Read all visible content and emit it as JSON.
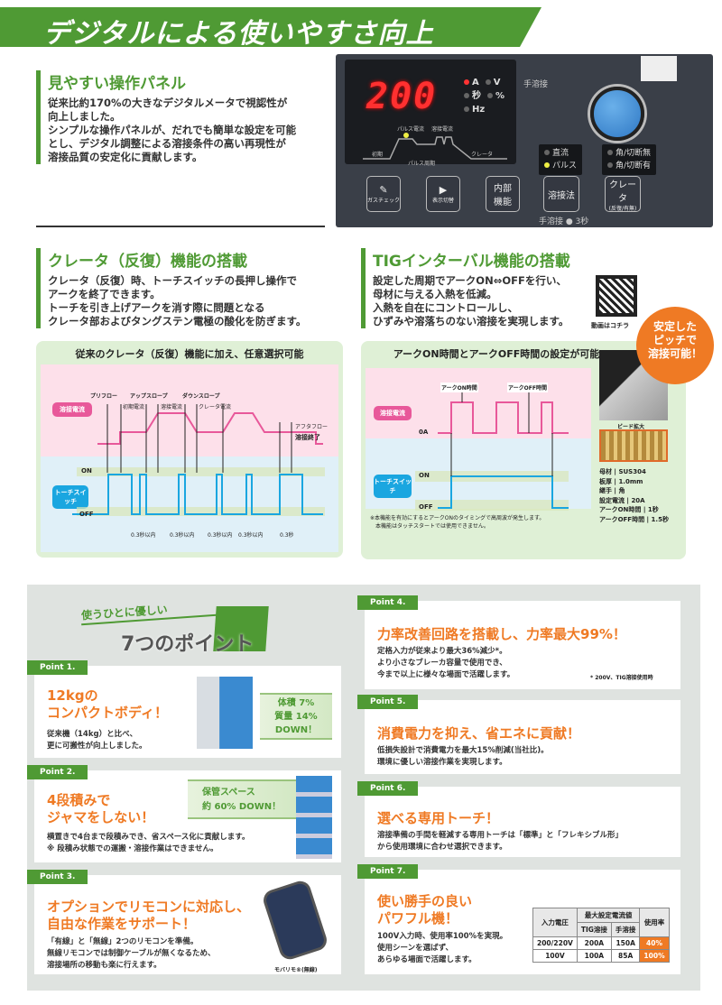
{
  "banner": {
    "title": "デジタルによる使いやすさ向上"
  },
  "panel_section": {
    "title": "見やすい操作パネル",
    "lines": [
      "従来比約170%の大きなデジタルメータで視認性が",
      "向上しました。",
      "シンプルな操作パネルが、だれでも簡単な設定を可能",
      "とし、デジタル調整による溶接条件の高い再現性が",
      "溶接品質の安定化に貢献します。"
    ]
  },
  "control_panel": {
    "display": "200",
    "units": [
      "A",
      "V",
      "秒",
      "%",
      "Hz"
    ],
    "mode_label": "手溶接",
    "graph_labels": [
      "パルス電流",
      "溶接電流",
      "初期",
      "パルス周期",
      "クレータ"
    ],
    "lamps1": [
      "直流",
      "パルス"
    ],
    "lamps2": [
      "角/切断無",
      "角/切断有"
    ],
    "buttons": [
      {
        "label": "ガスチェック"
      },
      {
        "label": "表示切替"
      },
      {
        "label": "内部\n機能"
      },
      {
        "label": "溶接法"
      },
      {
        "label": "クレータ",
        "sub": "(反復/有無)"
      }
    ],
    "footer": "手溶接 ● 3秒"
  },
  "crater_section": {
    "title": "クレータ（反復）機能の搭載",
    "lines": [
      "クレータ（反復）時、トーチスイッチの長押し操作で",
      "アークを終了できます。",
      "トーチを引き上げアークを消す際に問題となる",
      "クレータ部およびタングステン電極の酸化を防ぎます。"
    ]
  },
  "tig_section": {
    "title": "TIGインターバル機能の搭載",
    "lines": [
      "設定した周期でアークON⇔OFFを行い、",
      "母材に与える入熱を低減。",
      "入熱を自在にコントロールし、",
      "ひずみや溶落ちのない溶接を実現します。"
    ],
    "qr_caption": "動画はコチラ"
  },
  "badge": {
    "lines": [
      "安定した",
      "ピッチで",
      "溶接可能！"
    ]
  },
  "crater_diagram": {
    "title": "従来のクレータ（反復）機能に加え、任意選択可能",
    "current_tag": "溶接電流",
    "switch_tag": "トーチスイッチ",
    "labels": {
      "preflow": "プリフロー",
      "upslope": "アップスロープ",
      "downslope": "ダウンスロープ",
      "initial": "初期電流",
      "weld": "溶接電流",
      "crater": "クレータ電流",
      "afterflow": "アフタフロー",
      "end": "溶接終了",
      "on": "ON",
      "off": "OFF",
      "t1": "0.3秒以内",
      "t2": "0.3秒以内",
      "t3": "0.3秒以内",
      "t4": "0.3秒以内",
      "t5": "0.3秒"
    }
  },
  "tig_diagram": {
    "title": "アークON時間とアークOFF時間の設定が可能",
    "current_tag": "溶接電流",
    "switch_tag": "トーチスイッチ",
    "zero": "0A",
    "on": "ON",
    "off": "OFF",
    "on_time": "アークON時間",
    "off_time": "アークOFF時間",
    "notes": [
      "※本機能を有効にするとアークONのタイミングで高周波が発生します。",
      "本機能はタッチスタートでは使用できません。"
    ],
    "photo_caption": "ビード拡大",
    "specs": [
      [
        "母材",
        "SUS304"
      ],
      [
        "板厚",
        "1.0mm"
      ],
      [
        "継手",
        "角"
      ],
      [
        "設定電流",
        "20A"
      ],
      [
        "アークON時間",
        "1秒"
      ],
      [
        "アークOFF時間",
        "1.5秒"
      ]
    ]
  },
  "points_header": {
    "sub": "使うひとに優しい",
    "main": "7つのポイント"
  },
  "points": [
    {
      "tag": "Point 1.",
      "title": [
        "12kgの",
        "コンパクトボディ！"
      ],
      "text": [
        "従来機（14kg）と比べ、",
        "更に可搬性が向上しました。"
      ],
      "box": [
        "体積 7%",
        "質量 14%",
        "DOWN！"
      ]
    },
    {
      "tag": "Point 2.",
      "title": [
        "4段積みで",
        "ジャマをしない！"
      ],
      "text": [
        "横置きで4台まで段積みでき、省スペース化に貢献します。",
        "※ 段積み状態での運搬・溶接作業はできません。"
      ],
      "box": [
        "保管スペース",
        "約 60% DOWN！"
      ]
    },
    {
      "tag": "Point 3.",
      "title": [
        "オプションでリモコンに対応し、",
        "自由な作業をサポート！"
      ],
      "text": [
        "「有線」と「無線」2つのリモコンを準備。",
        "無線リモコンでは制御ケーブルが無くなるため、",
        "溶接場所の移動も楽に行えます。"
      ],
      "caption": "モバリモ®(無線)"
    },
    {
      "tag": "Point 4.",
      "title": [
        "力率改善回路を搭載し、力率最大99%！"
      ],
      "text": [
        "定格入力が従来より最大36%減少*。",
        "より小さなブレーカ容量で使用でき、",
        "今まで以上に様々な場面で活躍します。"
      ],
      "note": "* 200V、TIG溶接使用時"
    },
    {
      "tag": "Point 5.",
      "title": [
        "消費電力を抑え、省エネに貢献！"
      ],
      "text": [
        "低損失設計で消費電力を最大15%削減(当社比)。",
        "環境に優しい溶接作業を実現します。"
      ]
    },
    {
      "tag": "Point 6.",
      "title": [
        "選べる専用トーチ！"
      ],
      "text": [
        "溶接準備の手間を軽減する専用トーチは「標準」と「フレキシブル形」",
        "から使用環境に合わせ選択できます。"
      ]
    },
    {
      "tag": "Point 7.",
      "title": [
        "使い勝手の良い",
        "パワフル機！"
      ],
      "text": [
        "100V入力時、使用率100%を実現。",
        "使用シーンを選ばず、",
        "あらゆる場面で活躍します。"
      ],
      "table": {
        "h_voltage": "入力電圧",
        "h_max": "最大設定電流値",
        "h_tig": "TIG溶接",
        "h_hand": "手溶接",
        "h_duty": "使用率",
        "rows": [
          [
            "200/220V",
            "200A",
            "150A",
            "40%"
          ],
          [
            "100V",
            "100A",
            "85A",
            "100%"
          ]
        ]
      }
    }
  ],
  "colors": {
    "green": "#4f9a34",
    "orange": "#ef7a24",
    "pink": "#e8589a",
    "cyan": "#1aa6e0"
  }
}
